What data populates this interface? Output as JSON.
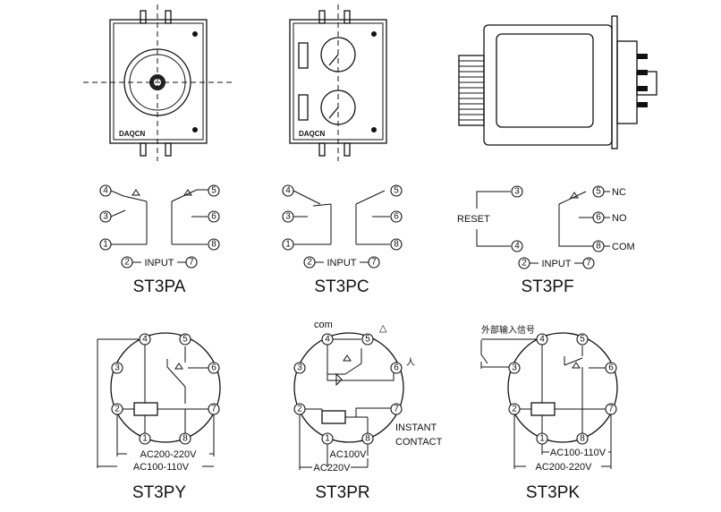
{
  "brand": "DAQCN",
  "models": {
    "st3pa": {
      "title": "ST3PA",
      "input": "INPUT"
    },
    "st3pc": {
      "title": "ST3PC",
      "input": "INPUT"
    },
    "st3pf": {
      "title": "ST3PF",
      "input": "INPUT",
      "reset": "RESET",
      "nc": "NC",
      "no": "NO",
      "com": "COM"
    },
    "st3py": {
      "title": "ST3PY",
      "inner_voltage": "AC200-220V",
      "outer_voltage": "AC100-110V"
    },
    "st3pr": {
      "title": "ST3PR",
      "com": "com",
      "delta": "△",
      "star": "人",
      "instant": "INSTANT",
      "contact": "CONTACT",
      "inner_voltage": "AC100V",
      "outer_voltage": "AC220V"
    },
    "st3pk": {
      "title": "ST3PK",
      "ext_signal": "外部输入信号",
      "inner_voltage": "AC100-110V",
      "outer_voltage": "AC200-220V"
    }
  },
  "pin_numbers": [
    "1",
    "2",
    "3",
    "4",
    "5",
    "6",
    "7",
    "8"
  ]
}
